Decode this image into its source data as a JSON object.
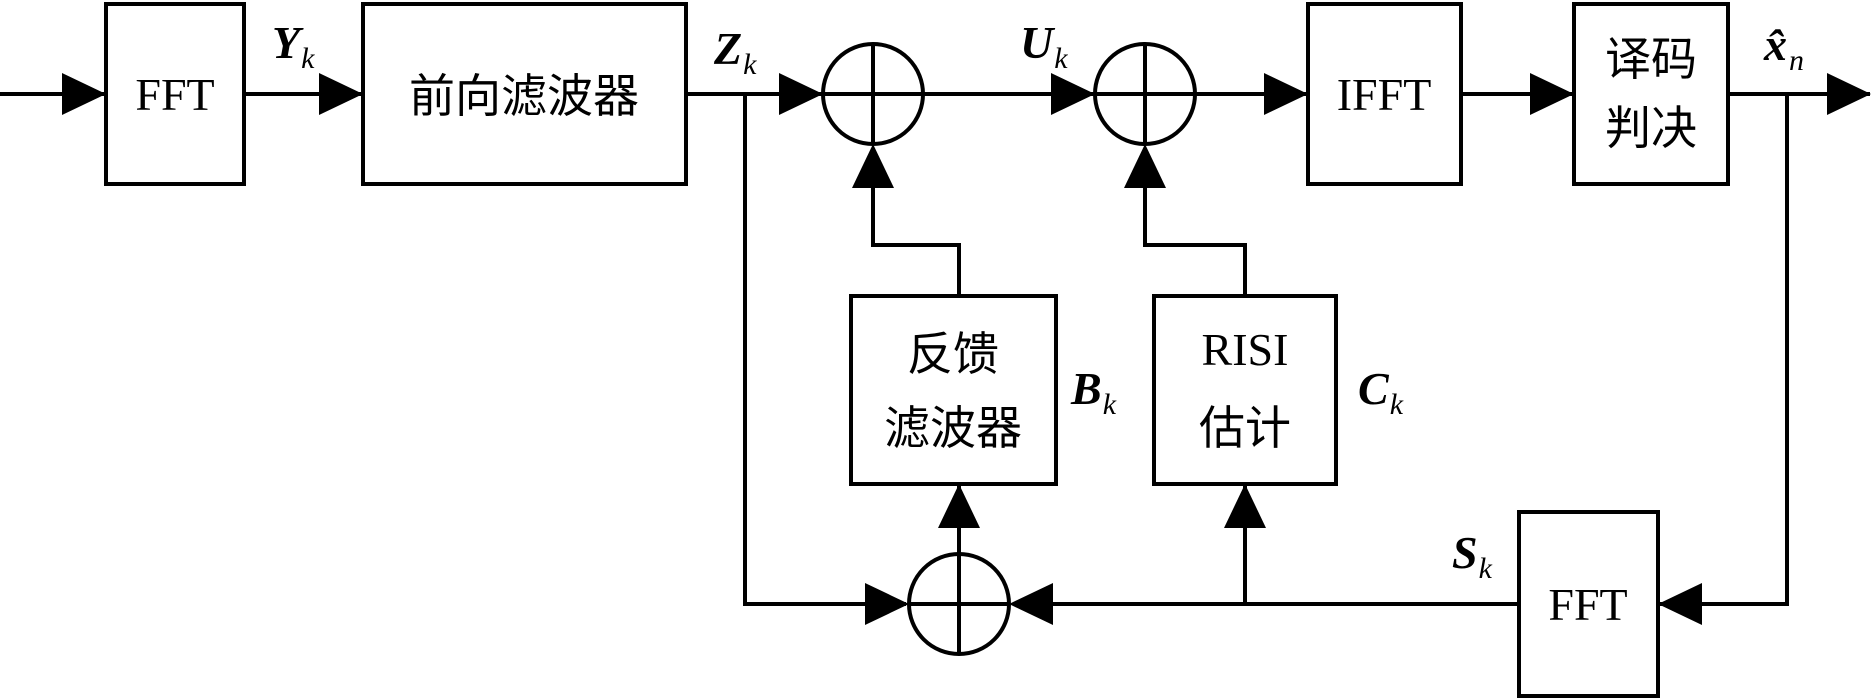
{
  "blocks": {
    "fft_in": "FFT",
    "forward_filter": "前向滤波器",
    "ifft": "IFFT",
    "decision_line1": "译码",
    "decision_line2": "判决",
    "feedback_line1": "反馈",
    "feedback_line2": "滤波器",
    "risi_line1": "RISI",
    "risi_line2": "估计",
    "fft_fb": "FFT"
  },
  "signals": {
    "Y": {
      "main": "Y",
      "sub": "k"
    },
    "Z": {
      "main": "Z",
      "sub": "k"
    },
    "U": {
      "main": "U",
      "sub": "k"
    },
    "B": {
      "main": "B",
      "sub": "k"
    },
    "C": {
      "main": "C",
      "sub": "k"
    },
    "S": {
      "main": "S",
      "sub": "k"
    },
    "xhat": {
      "main": "x̂",
      "sub": "n"
    }
  }
}
